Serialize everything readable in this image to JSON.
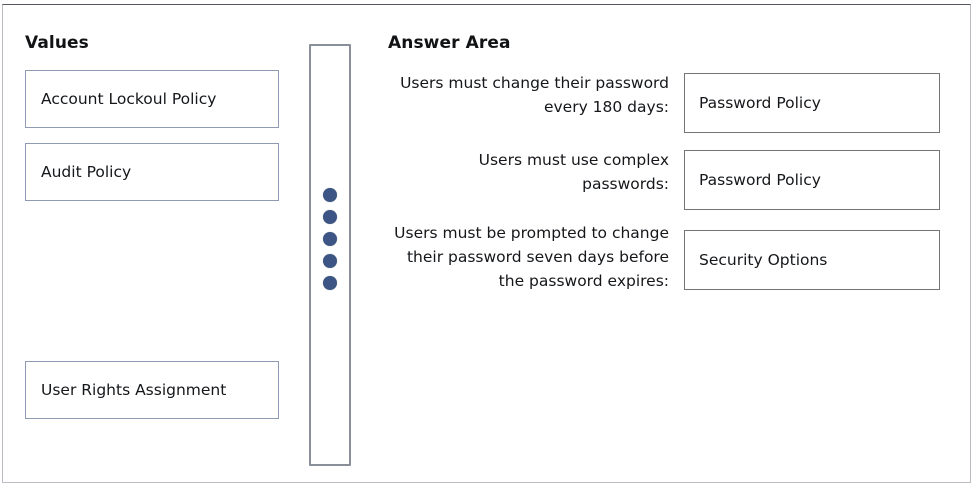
{
  "values_panel": {
    "title": "Values",
    "items": [
      {
        "label": "Account Lockoul Policy"
      },
      {
        "label": "Audit Policy"
      },
      {
        "label": "User Rights Assignment"
      }
    ]
  },
  "scroll_strip": {
    "dot_count": 5,
    "dot_color": "#3c5584",
    "border_color": "#8a9099"
  },
  "answer_panel": {
    "title": "Answer Area",
    "rows": [
      {
        "prompt": "Users must change their password every 180 days:",
        "answer": "Password Policy"
      },
      {
        "prompt": "Users must use complex passwords:",
        "answer": "Password Policy"
      },
      {
        "prompt": "Users must be prompted to change their password seven days before the password expires:",
        "answer": "Security Options"
      }
    ]
  },
  "colors": {
    "background": "#ffffff",
    "value_box_border": "#8f9bb3",
    "answer_box_border": "#737578",
    "text": "#15171a",
    "frame_border": "#b9bcc2"
  }
}
